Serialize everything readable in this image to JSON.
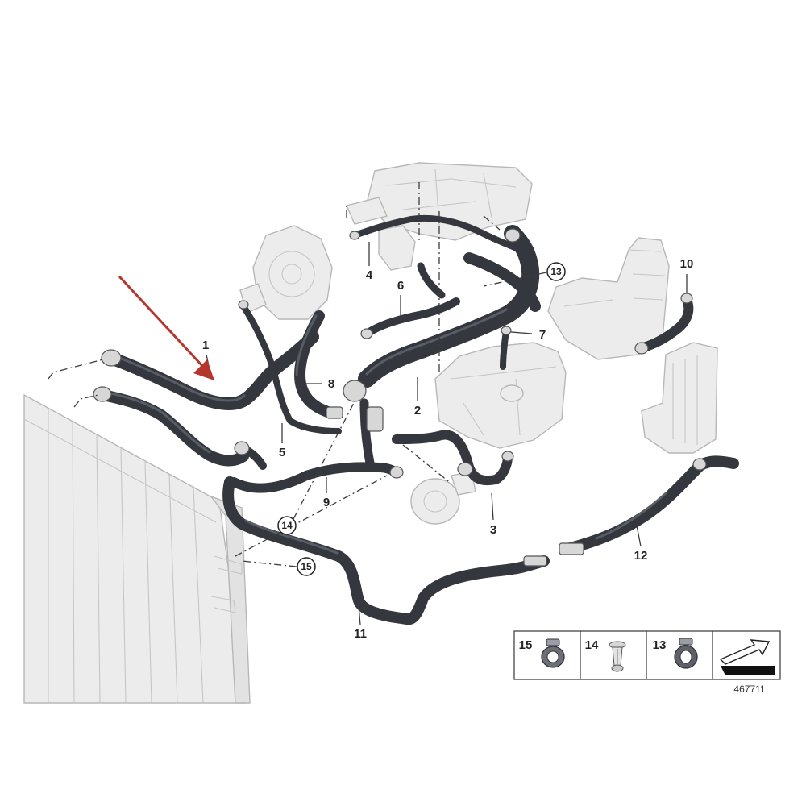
{
  "callouts": [
    "1",
    "2",
    "3",
    "4",
    "5",
    "6",
    "7",
    "8",
    "9",
    "10",
    "11",
    "12"
  ],
  "circled_callouts": [
    "13",
    "14",
    "15"
  ],
  "legend": {
    "items": [
      {
        "number": "15",
        "icon": "hose-clamp-icon"
      },
      {
        "number": "14",
        "icon": "push-rivet-icon"
      },
      {
        "number": "13",
        "icon": "hose-clamp-icon"
      }
    ],
    "direction_icon": "forward-direction-arrow-icon"
  },
  "drawing_number": "467711",
  "colors": {
    "hose": "#34373e",
    "component_fill": "#ececec",
    "component_outline": "#b7b7b7",
    "pointer_arrow": "#b5362c"
  }
}
